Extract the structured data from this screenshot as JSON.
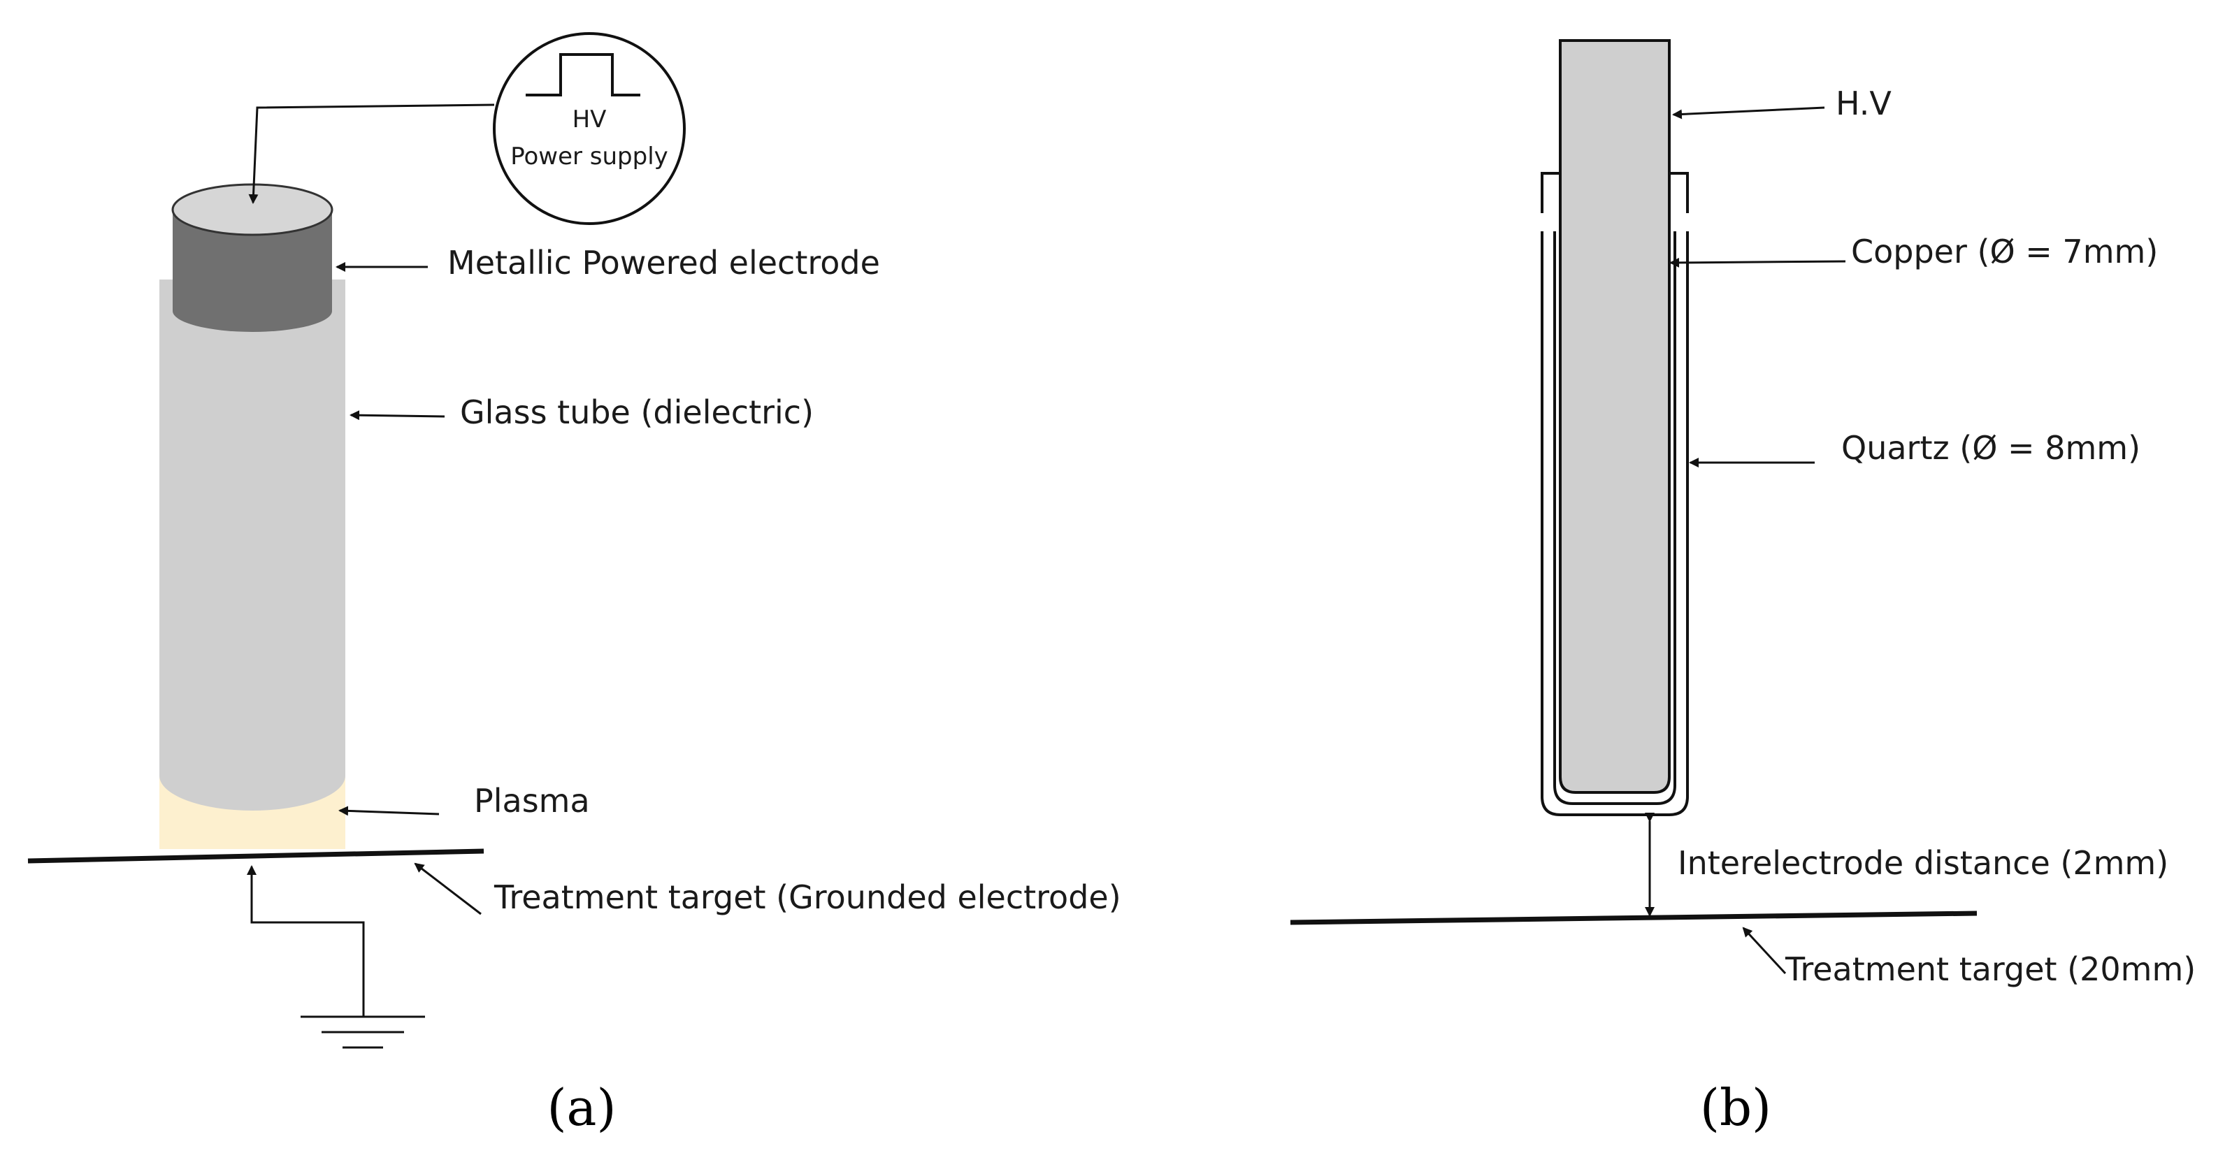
{
  "panel_a": {
    "power_supply": {
      "line1": "HV",
      "line2": "Power supply"
    },
    "labels": {
      "electrode": "Metallic Powered electrode",
      "glass": "Glass tube (dielectric)",
      "plasma": "Plasma",
      "target": "Treatment target (Grounded electrode)"
    },
    "caption": "(a)",
    "colors": {
      "electrode": "#707070",
      "electrode_top": "#d6d6d6",
      "glass": "#cfcfcf",
      "plasma": "#fdf0cf"
    }
  },
  "panel_b": {
    "labels": {
      "hv": "H.V",
      "copper": "Copper (Ø = 7mm)",
      "quartz": "Quartz (Ø = 8mm)",
      "distance": "Interelectrode distance (2mm)",
      "target": "Treatment target (20mm)"
    },
    "caption": "(b)",
    "colors": {
      "copper": "#cfcfcf"
    }
  }
}
